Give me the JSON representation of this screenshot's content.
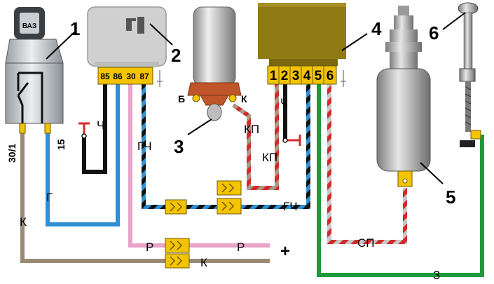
{
  "components": {
    "ignition_switch": {
      "number": "1",
      "brand": "ВАЗ",
      "terminal_a": "30/1",
      "terminal_b": "15"
    },
    "relay": {
      "number": "2",
      "pins": [
        "85",
        "86",
        "30",
        "87"
      ]
    },
    "ignition_coil": {
      "number": "3",
      "terminal_left": "Б",
      "terminal_right": "К"
    },
    "control_unit": {
      "number": "4",
      "pins": [
        "1",
        "2",
        "3",
        "4",
        "5",
        "6"
      ]
    },
    "solenoid_valve": {
      "number": "5"
    },
    "carburetor_screw": {
      "number": "6"
    }
  },
  "wires": {
    "gch_relay": "ГЧ",
    "ch_relay": "Ч",
    "g": "Г",
    "k_left": "К",
    "kp_coil": "КП",
    "kp_unit": "КП",
    "ch_unit": "Ч",
    "gch_bottom": "ГЧ",
    "r_left": "Р",
    "r_right": "Р",
    "plus": "+",
    "k_bottom": "К",
    "sp": "СП",
    "z": "З"
  },
  "colors": {
    "black": "#111111",
    "blue": "#2e8fd6",
    "pink": "#e8a3c8",
    "brown": "#9a8a74",
    "red": "#d42a2a",
    "green": "#1e9a3e",
    "connector_yellow": "#f5c400",
    "relay_gray": "#c8c8c8",
    "unit_olive": "#8f7a14"
  }
}
